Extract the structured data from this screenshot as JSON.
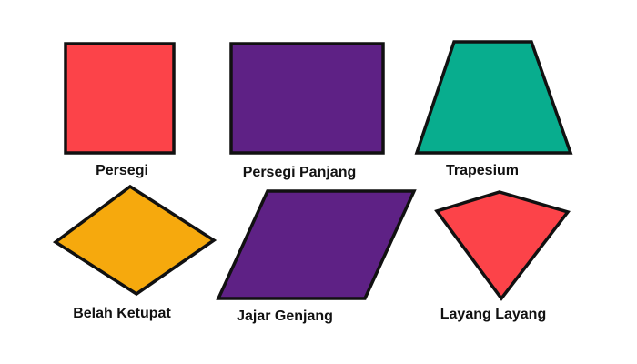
{
  "colors": {
    "red": "#fc4349",
    "purple": "#5e2185",
    "teal": "#08ad8e",
    "amber": "#f6a90d",
    "outline": "#111111"
  },
  "shapes": [
    {
      "id": "persegi",
      "label": "Persegi",
      "color": "#fc4349"
    },
    {
      "id": "persegi-panjang",
      "label": "Persegi Panjang",
      "color": "#5e2185"
    },
    {
      "id": "trapesium",
      "label": "Trapesium",
      "color": "#08ad8e"
    },
    {
      "id": "belah-ketupat",
      "label": "Belah Ketupat",
      "color": "#f6a90d"
    },
    {
      "id": "jajar-genjang",
      "label": "Jajar Genjang",
      "color": "#5e2185"
    },
    {
      "id": "layang-layang",
      "label": "Layang Layang",
      "color": "#fc4349"
    }
  ]
}
